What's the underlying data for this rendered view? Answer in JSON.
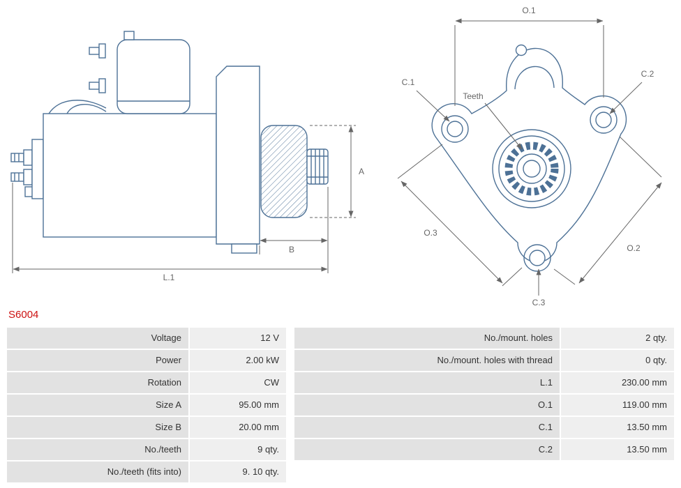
{
  "part_number": "S6004",
  "colors": {
    "accent_red": "#cc1111",
    "line_blue": "#4d7196",
    "dim_gray": "#666666"
  },
  "dims": {
    "a": "A",
    "b": "B",
    "l1": "L.1",
    "o1": "O.1",
    "o2": "O.2",
    "o3": "O.3",
    "c1": "C.1",
    "c2": "C.2",
    "c3": "C.3",
    "teeth": "Teeth"
  },
  "specs_left": [
    {
      "label": "Voltage",
      "value": "12 V"
    },
    {
      "label": "Power",
      "value": "2.00 kW"
    },
    {
      "label": "Rotation",
      "value": "CW"
    },
    {
      "label": "Size A",
      "value": "95.00 mm"
    },
    {
      "label": "Size B",
      "value": "20.00 mm"
    },
    {
      "label": "No./teeth",
      "value": "9 qty."
    },
    {
      "label": "No./teeth (fits into)",
      "value": "9. 10 qty."
    }
  ],
  "specs_right": [
    {
      "label": "No./mount. holes",
      "value": "2 qty."
    },
    {
      "label": "No./mount. holes with thread",
      "value": "0 qty."
    },
    {
      "label": "L.1",
      "value": "230.00 mm"
    },
    {
      "label": "O.1",
      "value": "119.00 mm"
    },
    {
      "label": "C.1",
      "value": "13.50 mm"
    },
    {
      "label": "C.2",
      "value": "13.50 mm"
    }
  ]
}
